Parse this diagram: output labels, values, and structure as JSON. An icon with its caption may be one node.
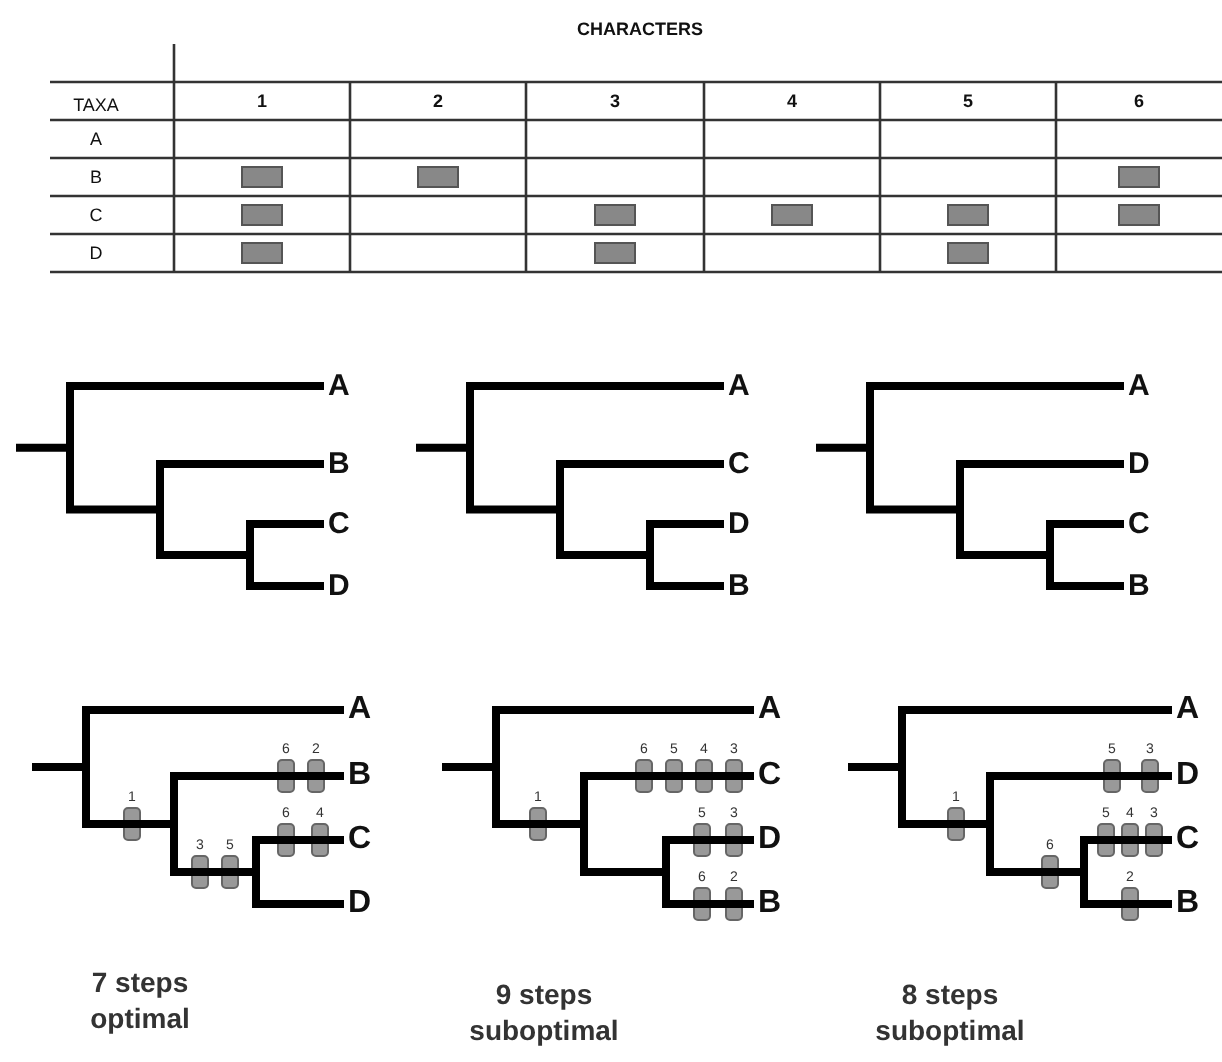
{
  "diagram": {
    "labels": [
      "CHARACTERS",
      "TAXA",
      "1",
      "2",
      "3",
      "4",
      "5",
      "6",
      "A",
      "B",
      "C",
      "D",
      "A",
      "B",
      "C",
      "D",
      "A",
      "C",
      "D",
      "B",
      "A",
      "D",
      "C",
      "B",
      "A",
      "6",
      "2",
      "B",
      "1",
      "6",
      "4",
      "C",
      "3",
      "5",
      "D",
      "A",
      "6",
      "5",
      "4",
      "3",
      "C",
      "1",
      "5",
      "3",
      "D",
      "6",
      "2",
      "B",
      "A",
      "5",
      "3",
      "D",
      "1",
      "5",
      "4",
      "3",
      "C",
      "6",
      "2",
      "B",
      "7 steps optimal",
      "9 steps suboptimal",
      "8 steps suboptimal"
    ]
  }
}
